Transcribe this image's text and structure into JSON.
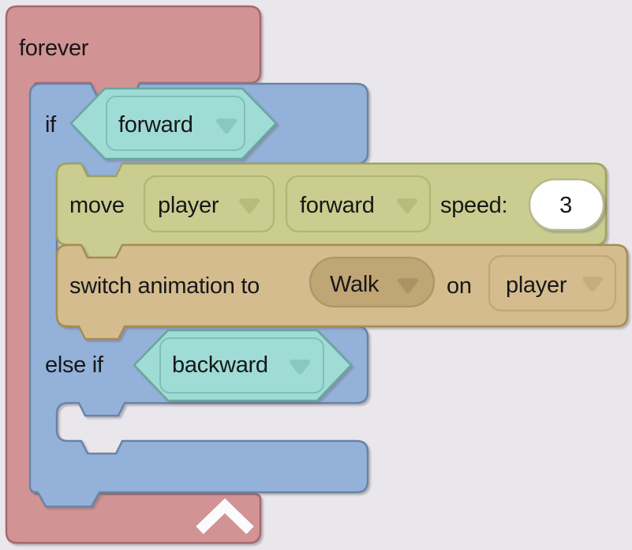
{
  "editor": {
    "background": "#e9e7ec",
    "text_color": "#17171a"
  },
  "forever_block": {
    "label": "forever",
    "fill": "#d29394",
    "stroke": "#a5696d"
  },
  "if_block": {
    "if_label": "if",
    "else_if_label": "else if",
    "fill": "#94b1d9",
    "stroke": "#6b83a5",
    "condition_fill": "#9fdcd5",
    "condition_stroke": "#69a69f",
    "if_condition": {
      "value": "forward"
    },
    "else_if_condition": {
      "value": "backward"
    }
  },
  "move_block": {
    "label": "move",
    "fill": "#cacd8f",
    "stroke": "#9fa35d",
    "sprite_dropdown": {
      "value": "player"
    },
    "direction_dropdown": {
      "value": "forward"
    },
    "speed_label": "speed:",
    "speed_input": {
      "value": "3",
      "fill": "#ffffff"
    }
  },
  "switch_animation_block": {
    "label": "switch animation to",
    "fill": "#d5bc8e",
    "stroke": "#a58c52",
    "dropdown_fill": "#bfa674",
    "animation_dropdown": {
      "value": "Walk"
    },
    "on_label": "on",
    "sprite_dropdown": {
      "value": "player"
    }
  },
  "icons": {
    "dropdown_arrow": "chevron-down",
    "collapse_button": "chevron-up"
  }
}
